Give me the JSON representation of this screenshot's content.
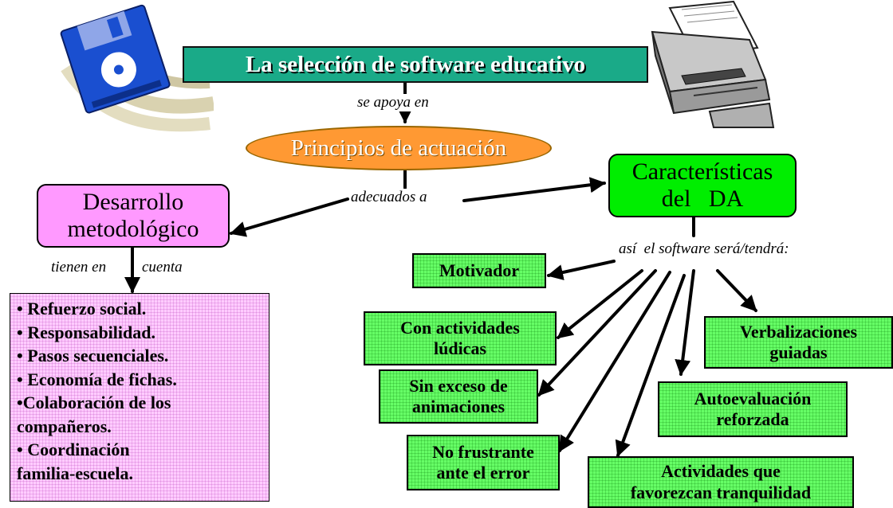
{
  "title": "La selección de software educativo",
  "label_apoya": "se apoya en",
  "principles": "Principios de actuación",
  "label_adecuados": "adecuados a",
  "caracteristicas": [
    "Características",
    "del   DA"
  ],
  "desarrollo": [
    "Desarrollo",
    "metodológico"
  ],
  "label_tienen": "tienen en",
  "label_cuenta": "cuenta",
  "label_asi": "así  el software será/tendrá:",
  "pink_list": [
    "• Refuerzo social.",
    "• Responsabilidad.",
    "• Pasos secuenciales.",
    "• Economía de fichas.",
    "•Colaboración de los",
    "compañeros.",
    "• Coordinación",
    "familia-escuela."
  ],
  "green_boxes": {
    "motivador": [
      "Motivador"
    ],
    "ludicas": [
      "Con actividades",
      "lúdicas"
    ],
    "sin_exceso": [
      "Sin exceso de",
      "animaciones"
    ],
    "no_frustrante": [
      "No frustrante",
      "ante el error"
    ],
    "actividades_tranq": [
      "Actividades que",
      "favorezcan tranquilidad"
    ],
    "autoevaluacion": [
      "Autoevaluación",
      "reforzada"
    ],
    "verbalizaciones": [
      "Verbalizaciones",
      "guiadas"
    ]
  },
  "colors": {
    "title_box": "#1aaa88",
    "principles": "#ff9933",
    "caracteristicas": "#00ee00",
    "desarrollo": "#ff99ff",
    "green_box": "#66ff66",
    "pink_list": "#ffccff"
  },
  "icons": [
    "floppy-disk-icon",
    "printer-icon"
  ]
}
